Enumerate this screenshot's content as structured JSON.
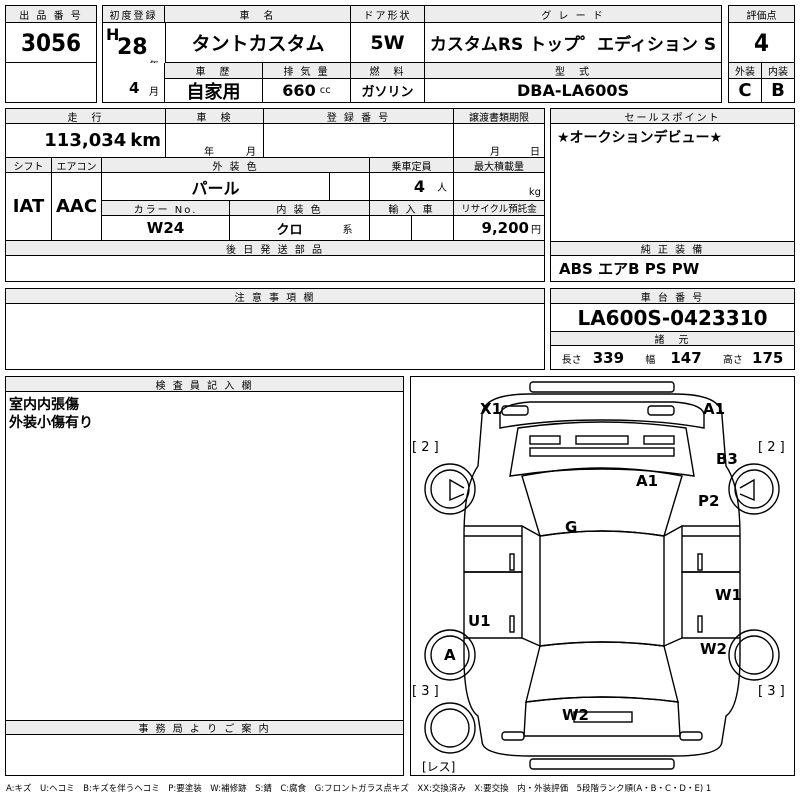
{
  "header": {
    "lot_label": "出 品 番 号",
    "lot_no": "3056",
    "reg_label": "初度登録",
    "era": "H",
    "year": "28",
    "year_unit": "年",
    "month": "4",
    "month_unit": "月",
    "name_label": "車　名",
    "name": "タントカスタム",
    "door_label": "ドア形状",
    "door": "5W",
    "grade_label": "グ レ ー ド",
    "grade": "カスタムRS トップ゜エディション S",
    "score_label": "評価点",
    "score": "4",
    "history_label": "車　歴",
    "history": "自家用",
    "disp_label": "排 気 量",
    "disp": "660",
    "disp_unit": "cc",
    "fuel_label": "燃　料",
    "fuel": "ガソリン",
    "model_label": "型　式",
    "model": "DBA-LA600S",
    "ext_label": "外装",
    "ext": "C",
    "int_label": "内装",
    "int": "B"
  },
  "spec": {
    "mileage_label": "走　行",
    "mileage": "113,034",
    "mileage_unit": "km",
    "inspect_label": "車　検",
    "inspect_year_unit": "年",
    "inspect_month_unit": "月",
    "regno_label": "登 録 番 号",
    "transfer_label": "譲渡書類期限",
    "transfer_month_unit": "月",
    "transfer_day_unit": "日",
    "shift_label": "シフト",
    "shift": "IAT",
    "ac_label": "エアコン",
    "ac": "AAC",
    "color_label": "外 装 色",
    "color": "パール",
    "capacity_label": "乗車定員",
    "capacity": "4",
    "capacity_unit": "人",
    "load_label": "最大積載量",
    "load_unit": "kg",
    "color_no_label": "カラー No.",
    "color_no": "W24",
    "int_color_label": "内 装 色",
    "int_color": "クロ",
    "int_color_unit": "系",
    "import_label": "輸 入 車",
    "recycle_label": "リサイクル預託金",
    "recycle": "9,200",
    "recycle_unit": "円",
    "later_label": "後 日 発 送 部 品",
    "notes_label": "注 意 事 項 欄"
  },
  "sales": {
    "label": "セールスポイント",
    "text": "★オークションデビュー★"
  },
  "equip": {
    "label": "純 正 装 備",
    "text": "ABS エアB PS PW"
  },
  "chassis": {
    "label": "車 台 番 号",
    "number": "LA600S-0423310",
    "dims_label": "諸　元",
    "len_label": "長さ",
    "len": "339",
    "wid_label": "幅",
    "wid": "147",
    "hgt_label": "高さ",
    "hgt": "175"
  },
  "inspector": {
    "label": "検 査 員 記 入 欄",
    "line1": "室内内張傷",
    "line2": "外装小傷有り"
  },
  "office": {
    "label": "事 務 局 よ り ご 案 内"
  },
  "diagram": {
    "tag_2": "[ 2 ]",
    "tag_3": "[ 3 ]",
    "tag_less": "[レス]",
    "marks": {
      "x1": "X1",
      "a1_front": "A1",
      "b3": "B3",
      "a1_hood": "A1",
      "p2": "P2",
      "g": "G",
      "w1": "W1",
      "u1": "U1",
      "a_wheel": "A",
      "w2_right": "W2",
      "w2_rear": "W2"
    }
  },
  "legend": "A:キズ　U:ヘコミ　B:キズを伴うヘコミ　P:要塗装　W:補修跡　S:錆　C:腐食　G:フロントガラス点キズ　XX:交換済み　X:要交換　内・外装評価　5段階ランク順(A・B・C・D・E) 1"
}
